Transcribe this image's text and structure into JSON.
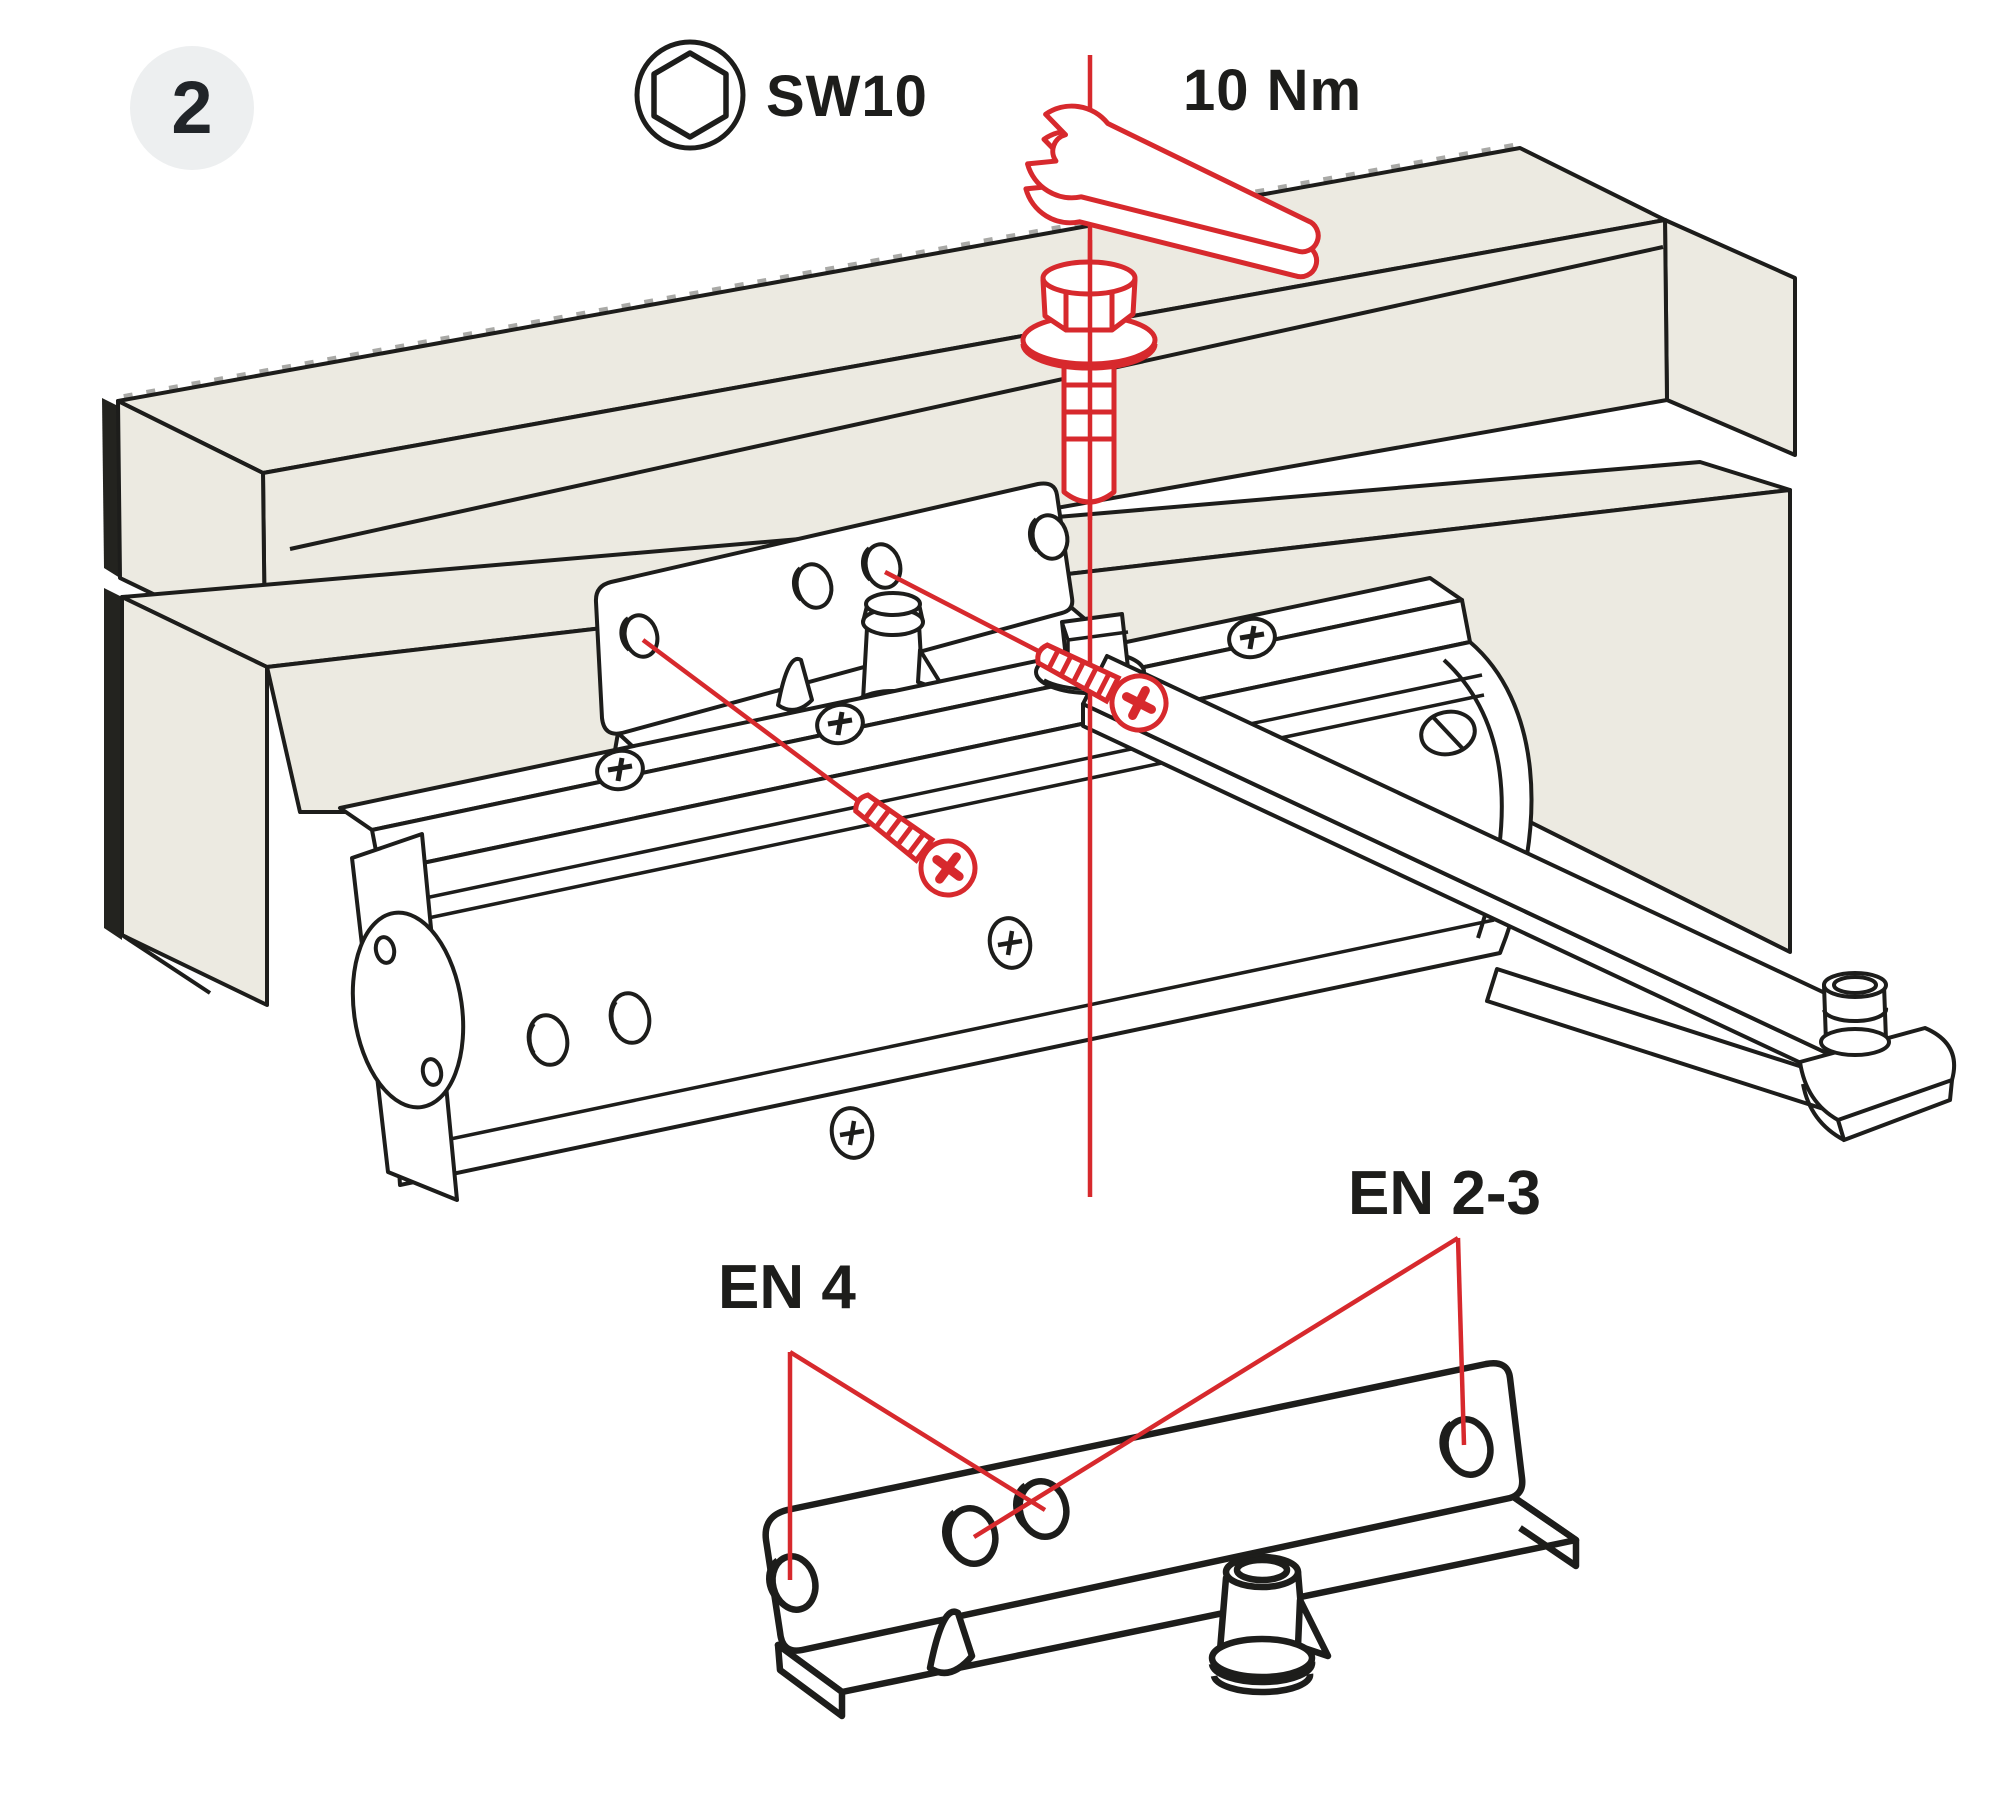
{
  "diagram": {
    "type": "assembly-instruction-step",
    "step": {
      "number": "2"
    },
    "tools": {
      "socket_label": "SW10",
      "torque_label": "10 Nm"
    },
    "part_labels": {
      "en4": "EN 4",
      "en23": "EN 2-3"
    },
    "icons": [
      {
        "name": "step-badge",
        "glyph": "2"
      },
      {
        "name": "hex-socket-icon",
        "meaning": "SW10 hex wrench size"
      },
      {
        "name": "open-end-wrench-icon",
        "meaning": "tighten with wrench"
      },
      {
        "name": "flange-bolt-icon",
        "meaning": "hex flange bolt"
      },
      {
        "name": "phillips-screw-icon",
        "meaning": "mounting screw"
      }
    ],
    "colors": {
      "accent_red": "#d7292d",
      "line_black": "#1d1d1b",
      "beam_beige": "#eceae1",
      "badge_gray": "#edeff0",
      "background": "#ffffff"
    },
    "scene": {
      "top_assembly": "door frame and door with closer body, arm and mounting bracket",
      "bottom_detail": "mounting bracket hole usage detail"
    }
  }
}
